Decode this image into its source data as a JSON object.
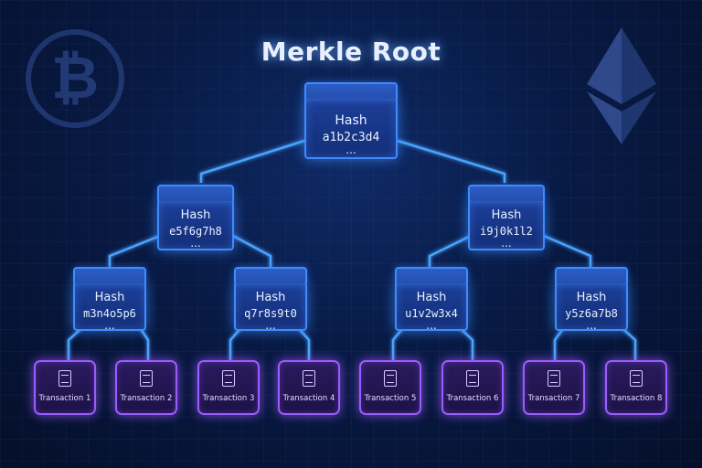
{
  "title": "Merkle Root",
  "colors": {
    "background": "#081a44",
    "hash_border": "#3e8bff",
    "tx_border": "#9b5cff",
    "link": "#4aa3ff"
  },
  "decor": {
    "left_icon": "bitcoin-icon",
    "right_icon": "ethereum-icon",
    "bitcoin_glyph": "₿"
  },
  "root": {
    "label": "Hash",
    "value": "a1b2c3d4",
    "dots": "..."
  },
  "level1": [
    {
      "label": "Hash",
      "value": "e5f6g7h8",
      "dots": "..."
    },
    {
      "label": "Hash",
      "value": "i9j0k1l2",
      "dots": "..."
    }
  ],
  "level2": [
    {
      "label": "Hash",
      "value": "m3n4o5p6",
      "dots": "..."
    },
    {
      "label": "Hash",
      "value": "q7r8s9t0",
      "dots": "..."
    },
    {
      "label": "Hash",
      "value": "u1v2w3x4",
      "dots": "..."
    },
    {
      "label": "Hash",
      "value": "y5z6a7b8",
      "dots": "..."
    }
  ],
  "transactions": [
    {
      "label": "Transaction 1",
      "icon": "document-icon"
    },
    {
      "label": "Transaction 2",
      "icon": "document-icon"
    },
    {
      "label": "Transaction 3",
      "icon": "document-icon"
    },
    {
      "label": "Transaction 4",
      "icon": "document-icon"
    },
    {
      "label": "Transaction 5",
      "icon": "document-icon"
    },
    {
      "label": "Transaction 6",
      "icon": "document-icon"
    },
    {
      "label": "Transaction 7",
      "icon": "document-icon"
    },
    {
      "label": "Transaction 8",
      "icon": "document-icon"
    }
  ]
}
